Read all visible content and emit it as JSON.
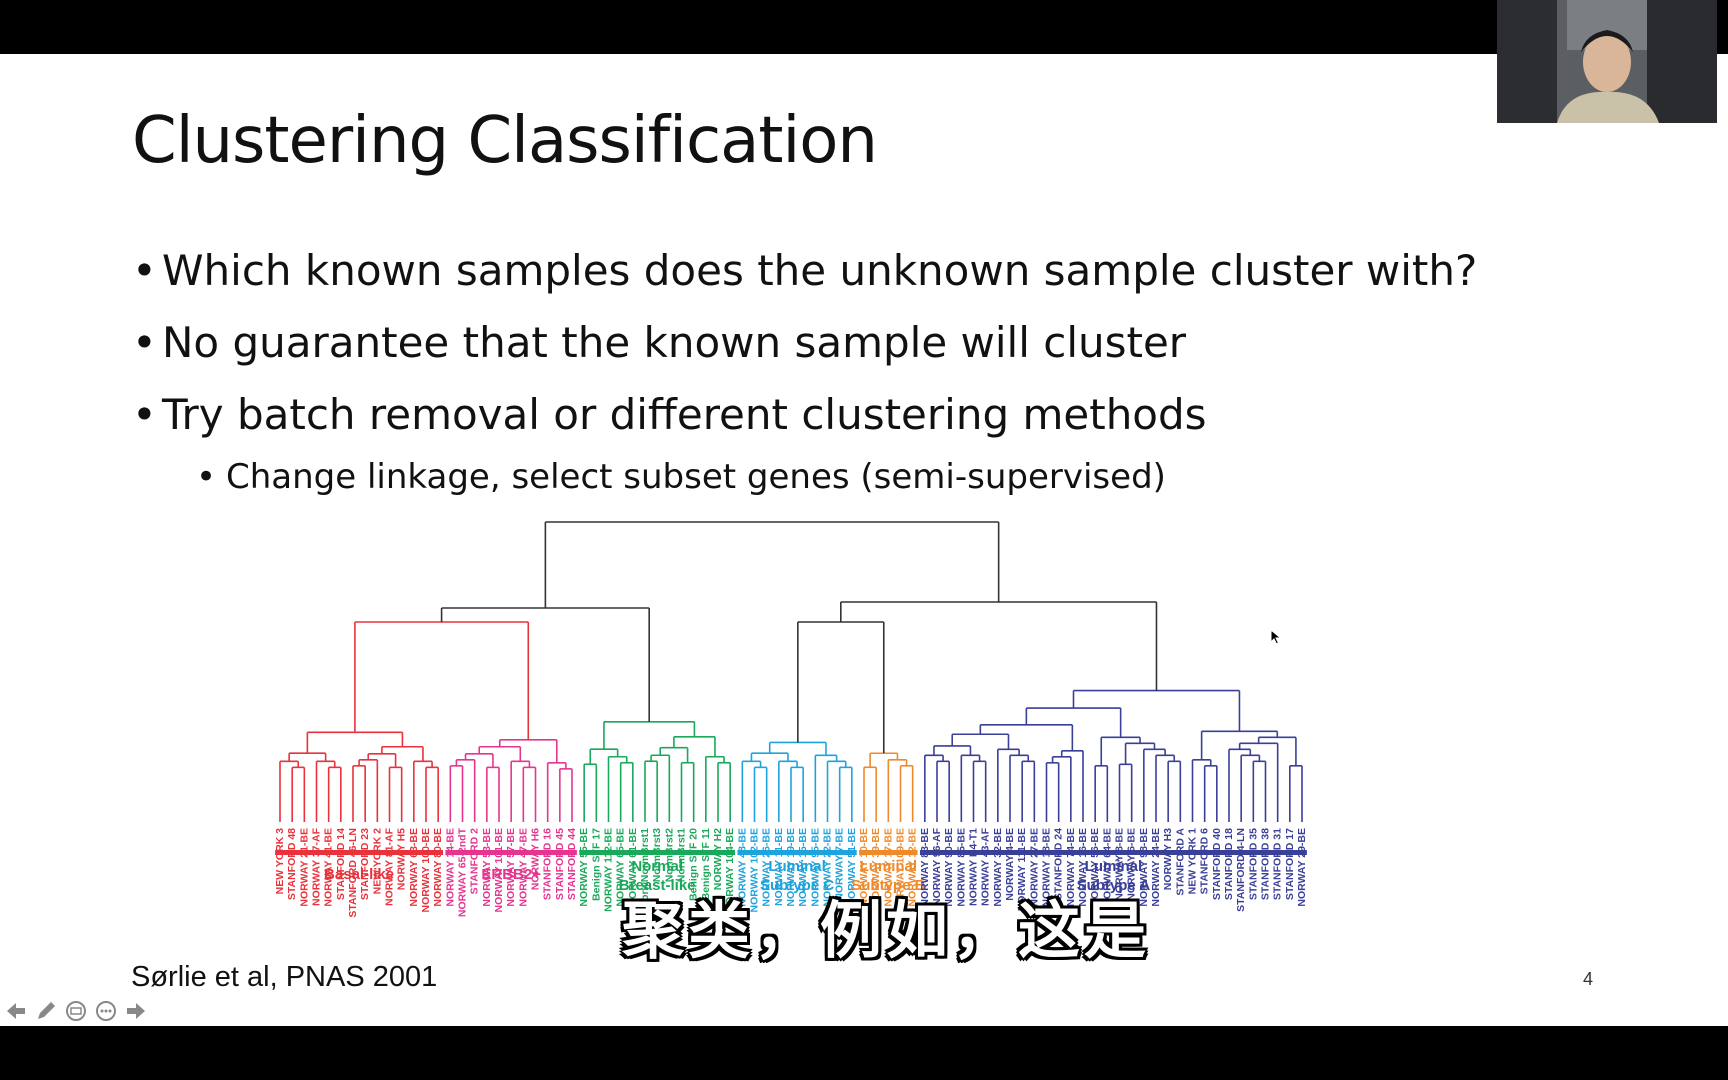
{
  "slide": {
    "title": "Clustering Classification",
    "bullets": [
      {
        "text": "Which known samples does the unknown sample cluster with?",
        "level": 1
      },
      {
        "text": "No guarantee that the known sample will cluster",
        "level": 1
      },
      {
        "text": "Try batch removal or different clustering methods",
        "level": 1
      },
      {
        "text": "Change linkage, select subset genes (semi-supervised)",
        "level": 2
      }
    ],
    "citation": "Sørlie et al, PNAS 2001",
    "page_number": "4"
  },
  "subtitle_caption": "聚类，例如，这是",
  "dendrogram": {
    "groups": [
      {
        "name": "Basal-like",
        "color": "#e8323c",
        "label_lines": [
          "Basal-like"
        ],
        "samples": [
          "NEW YORK 3",
          "STANFORD 48",
          "NORWAY 21-BE",
          "NORWAY 37-AF",
          "NORWAY 41-BE",
          "STANFORD 14",
          "STANFORD 46-LN",
          "STANFORD 23",
          "NEW YORK 2",
          "NORWAY 81-AF",
          "NORWAY H5",
          "NORWAY 63-BE",
          "NORWAY 100-BE",
          "NORWAY 80-BE"
        ]
      },
      {
        "name": "ERBB2+",
        "color": "#e5358f",
        "label_lines": [
          "ERBB2+"
        ],
        "samples": [
          "NORWAY 14-BE",
          "NORWAY 65-2ndT",
          "STANFORD 2",
          "NORWAY 53-BE",
          "NORWAY 101-BE",
          "NORWAY 57-BE",
          "NORWAY 47-BE",
          "NORWAY H6",
          "STANFORD 16",
          "STANFORD 45",
          "STANFORD 44"
        ]
      },
      {
        "name": "Normal Breast-like",
        "color": "#1aa85a",
        "label_lines": [
          "Normal",
          "Breast-like"
        ],
        "samples": [
          "NORWAY 55-BE",
          "Benign STF 17",
          "NORWAY 112-BE",
          "NORWAY 65-BE",
          "NORWAY 61-BE",
          "NorwNormBrst1",
          "NormBrst3",
          "NormBrst2",
          "NormBrst1",
          "Benign STF 20",
          "Benign STF 11",
          "NORWAY H2",
          "NORWAY 104-BE"
        ]
      },
      {
        "name": "Luminal Subtype C",
        "color": "#1ea3dc",
        "label_lines": [
          "Luminal",
          "Subtype C"
        ],
        "samples": [
          "NORWAY 48-BE",
          "NORWAY 102-BE",
          "NORWAY 26-BE",
          "NORWAY 11-BE",
          "NORWAY 19-BE",
          "NORWAY 15-BE",
          "NORWAY 95-BE",
          "NORWAY 22-BE",
          "NORWAY 7-BE",
          "NORWAY 51-BE"
        ]
      },
      {
        "name": "Luminal Subtype B",
        "color": "#ef8a2c",
        "label_lines": [
          "Luminal",
          "Subtype B"
        ],
        "samples": [
          "NORWAY 10-BE",
          "NORWAY 39-BE",
          "NORWAY 17-BE",
          "NORWAY 109-BE",
          "NORWAY 12-BE"
        ]
      },
      {
        "name": "Luminal Subtype A",
        "color": "#3a3f98",
        "label_lines": [
          "Luminal",
          "Subtype A"
        ],
        "samples": [
          "NORWAY 83-BE",
          "NORWAY 96-AF",
          "NORWAY 90-BE",
          "NORWAY 85-BE",
          "NORWAY H4-T1",
          "NORWAY 43-AF",
          "NORWAY 32-BE",
          "NORWAY 4-BE",
          "NORWAY 111-BE",
          "NORWAY 27-BE",
          "NORWAY 18-BE",
          "STANFORD 24",
          "NORWAY 74-BE",
          "NORWAY 16-BE",
          "NORWAY 56-BE",
          "NORWAY 64-BE",
          "NORWAY 8-BE",
          "NORWAY 6-BE",
          "NORWAY 98-BE",
          "NORWAY 24-BE",
          "NORWAY H3",
          "STANFORD A",
          "NEW YORK 1",
          "STANFORD 6",
          "STANFORD 40",
          "STANFORD 18",
          "STANFORD 4-LN",
          "STANFORD 35",
          "STANFORD 38",
          "STANFORD 31",
          "STANFORD 17",
          "NORWAY 29-BE"
        ]
      }
    ]
  },
  "presenter_controls": [
    "previous-slide",
    "pen-tool",
    "subtitles",
    "more-options",
    "next-slide"
  ],
  "colors": {
    "slide_bg": "#ffffff",
    "text": "#111111",
    "tree_root": "#333333"
  }
}
